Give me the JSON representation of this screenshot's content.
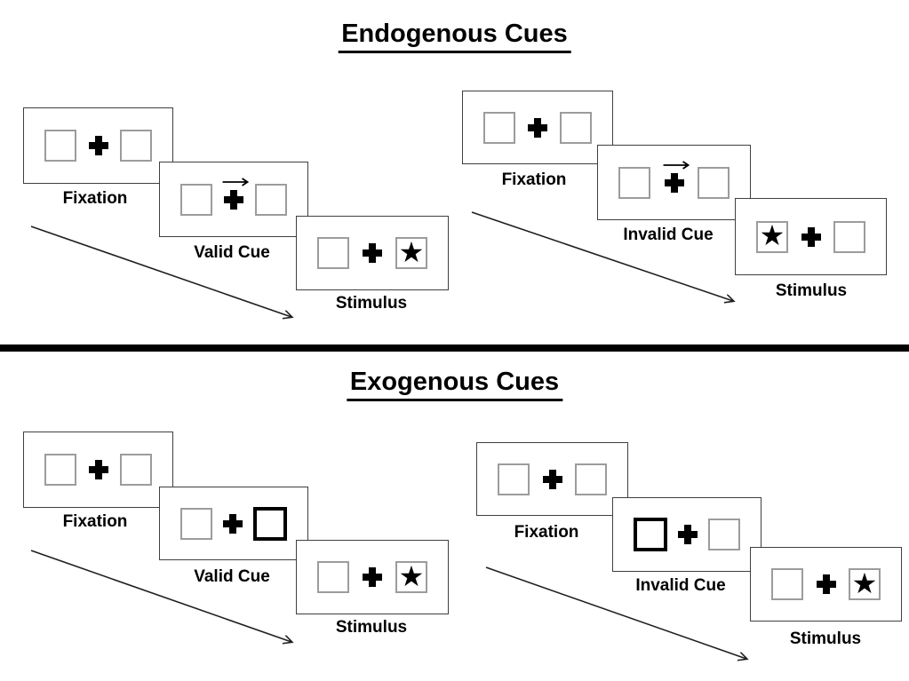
{
  "sections": [
    {
      "title": "Endogenous Cues",
      "sequences": [
        {
          "condition": "valid",
          "labels": {
            "fixation": "Fixation",
            "cue": "Valid Cue",
            "stimulus": "Stimulus"
          },
          "cue_type": "central-arrow-pointing-right",
          "stimulus_star_side": "right"
        },
        {
          "condition": "invalid",
          "labels": {
            "fixation": "Fixation",
            "cue": "Invalid Cue",
            "stimulus": "Stimulus"
          },
          "cue_type": "central-arrow-pointing-right",
          "stimulus_star_side": "left"
        }
      ]
    },
    {
      "title": "Exogenous Cues",
      "sequences": [
        {
          "condition": "valid",
          "labels": {
            "fixation": "Fixation",
            "cue": "Valid Cue",
            "stimulus": "Stimulus"
          },
          "cue_type": "peripheral-box-highlight-right",
          "stimulus_star_side": "right"
        },
        {
          "condition": "invalid",
          "labels": {
            "fixation": "Fixation",
            "cue": "Invalid Cue",
            "stimulus": "Stimulus"
          },
          "cue_type": "peripheral-box-highlight-left",
          "stimulus_star_side": "right"
        }
      ]
    }
  ],
  "icons": {
    "star": "★"
  },
  "colors": {
    "panel_border": "#3f3f3f",
    "square_border": "#9c9c9c",
    "ink": "#000000"
  }
}
